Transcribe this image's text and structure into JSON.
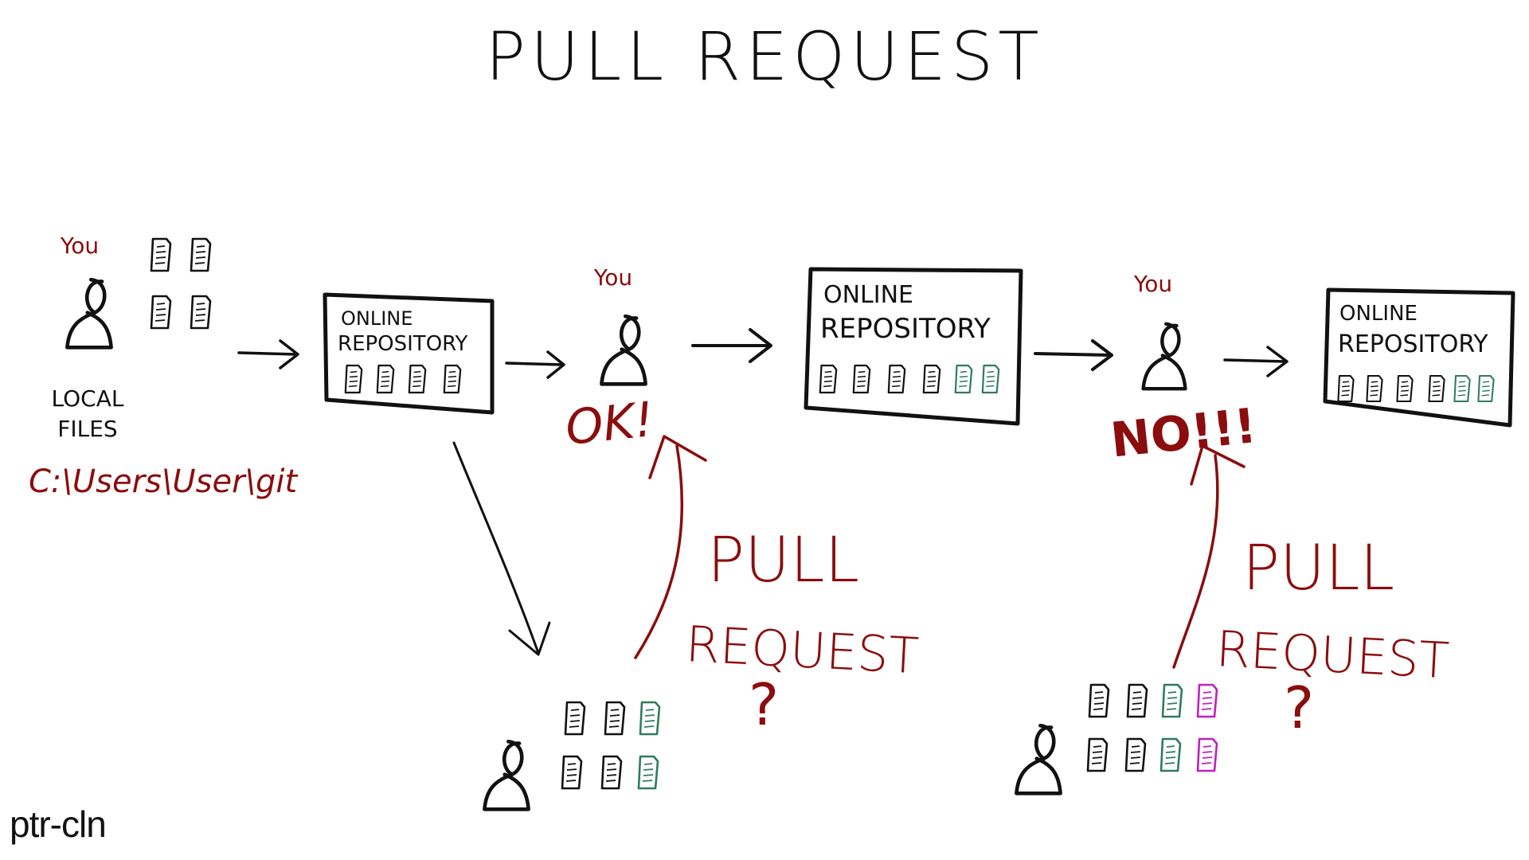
{
  "title": "PULL REQUEST",
  "credit": "ptr-cln",
  "colors": {
    "ink": "#111111",
    "red": "#8b0d0d",
    "green": "#2e7d5b",
    "magenta": "#c020c0"
  },
  "labels": {
    "you": "You",
    "local_files_line1": "LOCAL",
    "local_files_line2": "FILES",
    "path": "C:\\Users\\User\\git",
    "repo_line1": "ONLINE",
    "repo_line2": "REPOSITORY",
    "ok": "OK!",
    "no": "NO!!!",
    "pr_line1": "PULL",
    "pr_line2": "REQUEST",
    "pr_question": "?"
  },
  "icons": [
    "person-icon",
    "file-icon",
    "arrow-icon"
  ],
  "repositories": [
    {
      "file_colors": [
        "ink",
        "ink",
        "ink",
        "ink"
      ]
    },
    {
      "file_colors": [
        "ink",
        "ink",
        "ink",
        "ink",
        "green",
        "green"
      ]
    },
    {
      "file_colors": [
        "ink",
        "ink",
        "ink",
        "ink",
        "green",
        "green"
      ]
    }
  ],
  "contributors": [
    {
      "file_rows": [
        [
          "ink",
          "ink",
          "green"
        ],
        [
          "ink",
          "ink",
          "green"
        ]
      ]
    },
    {
      "file_rows": [
        [
          "ink",
          "ink",
          "green",
          "magenta"
        ],
        [
          "ink",
          "ink",
          "green",
          "magenta"
        ]
      ]
    }
  ]
}
